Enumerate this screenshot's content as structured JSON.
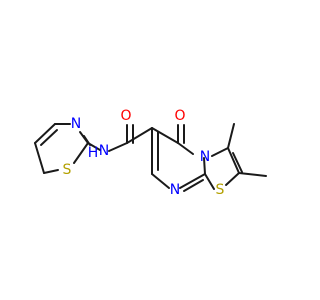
{
  "colors": {
    "carbon_bond": "#1a1a1a",
    "oxygen": "#ff0000",
    "nitrogen": "#0000ff",
    "sulfur": "#b3a000",
    "background": "#ffffff"
  },
  "atoms": {
    "S_left": "S",
    "N_left_ring": "N",
    "N_amide": "N",
    "H_amide": "H",
    "O_amide": "O",
    "O_keto": "O",
    "N_bridge": "N",
    "N_pyrimidine": "N",
    "S_right": "S"
  }
}
